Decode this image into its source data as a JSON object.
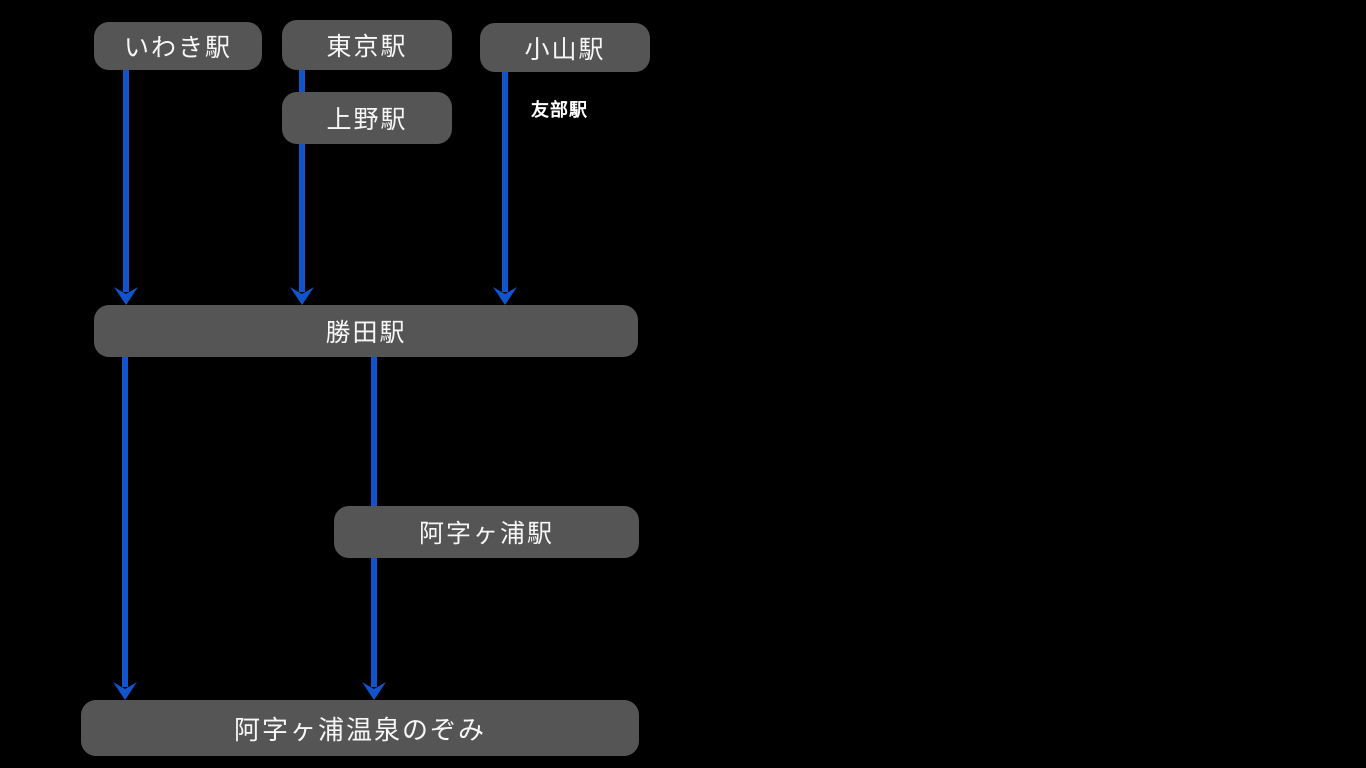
{
  "diagram": {
    "background_color": "#000000",
    "node_fill_color": "#555555",
    "node_text_color": "#ffffff",
    "arrow_color": "#1155cc",
    "nodes": [
      {
        "id": "iwaki",
        "label": "いわき駅"
      },
      {
        "id": "tokyo",
        "label": "東京駅"
      },
      {
        "id": "oyama",
        "label": "小山駅"
      },
      {
        "id": "ueno",
        "label": "上野駅"
      },
      {
        "id": "tomobe",
        "label": "友部駅"
      },
      {
        "id": "katsuta",
        "label": "勝田駅"
      },
      {
        "id": "ajigaura",
        "label": "阿字ヶ浦駅"
      },
      {
        "id": "ajigaura_onsen_nozomi",
        "label": "阿字ヶ浦温泉のぞみ"
      }
    ],
    "edges": [
      {
        "from": "いわき駅",
        "to": "勝田駅"
      },
      {
        "from": "東京駅",
        "via": "上野駅",
        "to": "勝田駅"
      },
      {
        "from": "小山駅",
        "via": "友部駅",
        "to": "勝田駅"
      },
      {
        "from": "勝田駅",
        "to": "阿字ヶ浦温泉のぞみ"
      },
      {
        "from": "勝田駅",
        "via": "阿字ヶ浦駅",
        "to": "阿字ヶ浦温泉のぞみ"
      }
    ]
  }
}
